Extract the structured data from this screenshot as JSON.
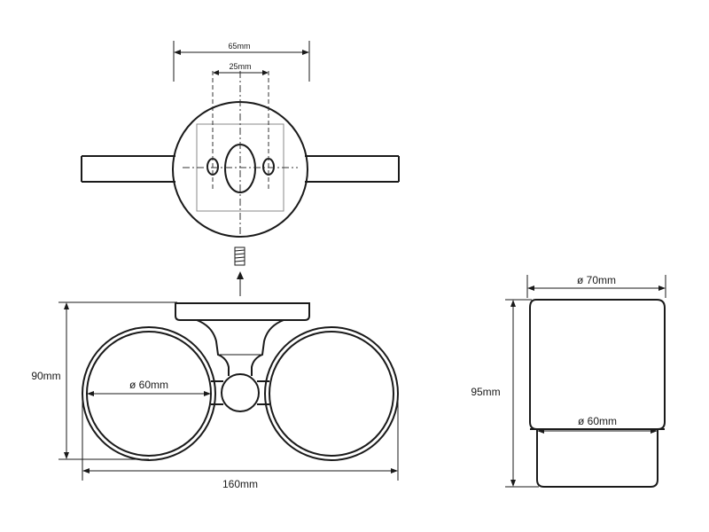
{
  "top_view": {
    "dim_outer_width": "65mm",
    "dim_inner_width": "25mm"
  },
  "front_view": {
    "dim_height": "90mm",
    "dim_width": "160mm",
    "dim_ring_diameter": "ø 60mm"
  },
  "side_view": {
    "dim_top_diameter": "ø 70mm",
    "dim_bottom_diameter": "ø 60mm",
    "dim_height": "95mm"
  }
}
